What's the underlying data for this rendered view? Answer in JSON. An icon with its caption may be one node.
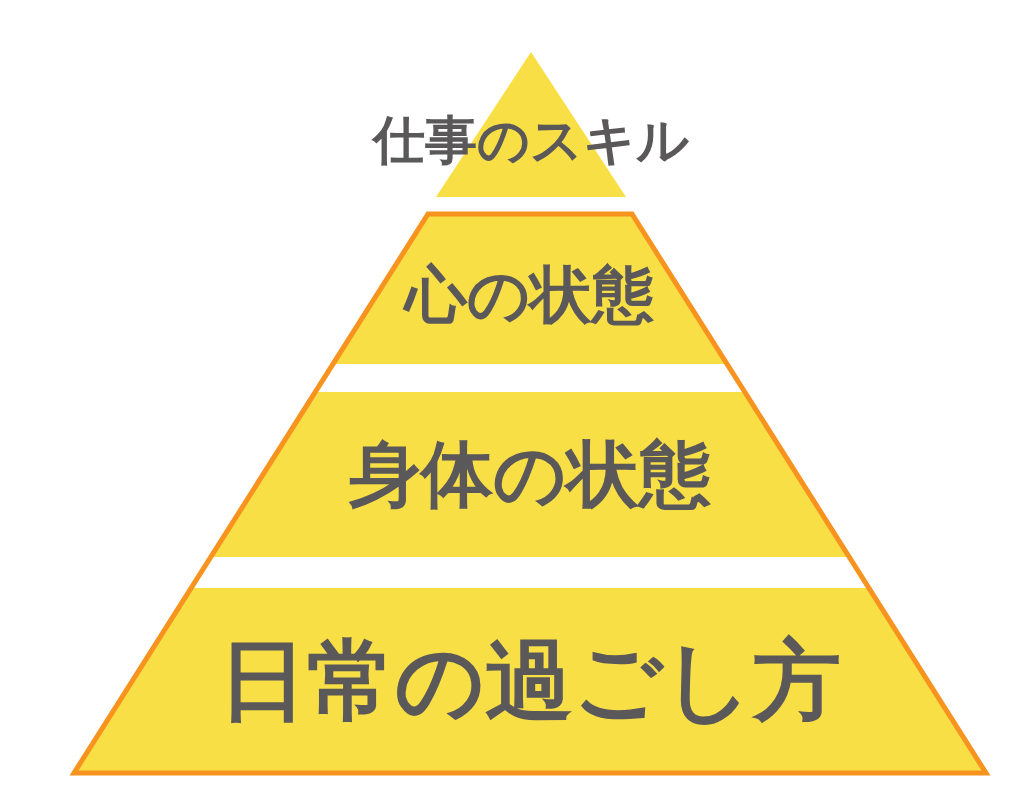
{
  "diagram": {
    "nodes": [
      {
        "text": [
          "仕事のスキル"
        ]
      },
      {
        "text": [],
        "shape": "trapezoid"
      },
      {
        "text": [
          "心の状態"
        ],
        "in": 1
      },
      {
        "text": [
          "身体の状態"
        ],
        "in": 1
      },
      {
        "text": [
          "日常の過ごし方"
        ],
        "in": 1
      }
    ]
  }
}
